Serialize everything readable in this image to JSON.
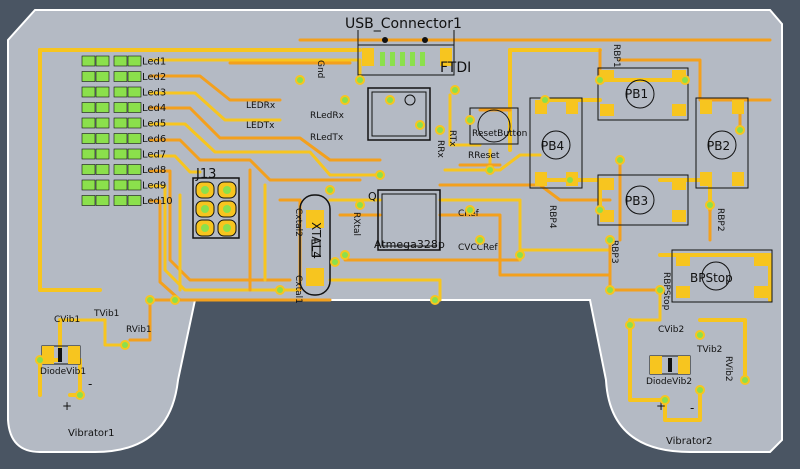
{
  "colors": {
    "background": "#4a5563",
    "board": "#b4bac4",
    "board_edge": "#ffffff",
    "trace_top": "#f3a01d",
    "trace_bottom": "#f7c51f",
    "pad": "#8be04c",
    "pad_ring": "#f7c51f",
    "silkscreen": "#111111"
  },
  "labels": {
    "usb": "USB_Connector1",
    "ftdi": "FTDI",
    "j13": "J13",
    "xtal": "XTAL4",
    "mcu": "Atmega328p",
    "cref": "CRef",
    "cvccref": "CVCCRef",
    "reset_button": "ResetButton",
    "rreset": "RReset",
    "pb1": "PB1",
    "pb2": "PB2",
    "pb3": "PB3",
    "pb4": "PB4",
    "bpstop": "BPStop",
    "rbp1": "RBP1",
    "rbp2": "RBP2",
    "rbp3": "RBP3",
    "rbp4": "RBP4",
    "rbpstop": "RBPStop",
    "ledrx": "LEDRx",
    "ledtx": "LEDTx",
    "rledrx": "RLedRx",
    "rledtx": "RLedTx",
    "cvib1": "CVib1",
    "tvib1": "TVib1",
    "rvib1": "RVib1",
    "diodevib1": "DiodeVib1",
    "vibrator1": "Vibrator1",
    "cvib2": "CVib2",
    "tvib2": "TVib2",
    "rvib2": "RVib2",
    "diodevib2": "DiodeVib2",
    "vibrator2": "Vibrator2",
    "gnd": "Gnd",
    "cxtal1": "Cxtal1",
    "cxtal2": "Cxtal2",
    "rxtal": "RXtal",
    "rrx": "RRx",
    "rtx": "RTx",
    "q": "Q",
    "plus1": "+",
    "minus1": "-",
    "plus2": "+",
    "minus2": "-"
  },
  "leds": [
    "Led1",
    "Led2",
    "Led3",
    "Led4",
    "Led5",
    "Led6",
    "Led7",
    "Led8",
    "Led9",
    "Led10"
  ]
}
